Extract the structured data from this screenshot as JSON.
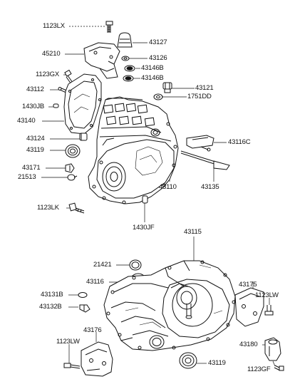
{
  "diagram": {
    "labels": {
      "l_1123LX": "1123LX",
      "l_43127": "43127",
      "l_45210": "45210",
      "l_43126": "43126",
      "l_43146B_a": "43146B",
      "l_1123GX": "1123GX",
      "l_43146B_b": "43146B",
      "l_43112": "43112",
      "l_43121": "43121",
      "l_1751DD": "1751DD",
      "l_1430JB": "1430JB",
      "l_43140": "43140",
      "l_43124": "43124",
      "l_43116C": "43116C",
      "l_43119_a": "43119",
      "l_43171": "43171",
      "l_21513": "21513",
      "l_43135": "43135",
      "l_43110": "43110",
      "l_1123LK": "1123LK",
      "l_1430JF": "1430JF",
      "l_43115": "43115",
      "l_21421": "21421",
      "l_43116": "43116",
      "l_43175": "43175",
      "l_1123LW_a": "1123LW",
      "l_43131B": "43131B",
      "l_43132B": "43132B",
      "l_43176": "43176",
      "l_1123LW_b": "1123LW",
      "l_43180": "43180",
      "l_43119_b": "43119",
      "l_1123GF": "1123GF"
    }
  }
}
